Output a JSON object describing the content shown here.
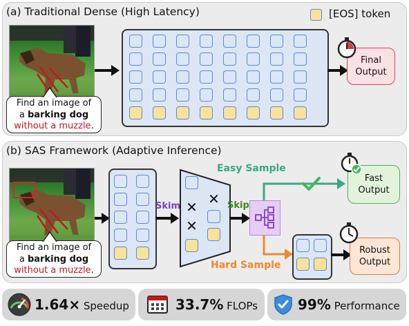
{
  "panel_a": {
    "title": "(a) Traditional Dense (High Latency)",
    "legend_label": "[EOS] token",
    "caption_line1": "Find an image of",
    "caption_line2_pre": "a ",
    "caption_line2_bold": "barking dog",
    "caption_line3": "without a muzzle",
    "caption_line3_end": ".",
    "output_label_1": "Final",
    "output_label_2": "Output"
  },
  "panel_b": {
    "title": "(b) SAS Framework (Adaptive Inference)",
    "caption_line1": "Find an image of",
    "caption_line2_pre": "a ",
    "caption_line2_bold": "barking dog",
    "caption_line3": "without a muzzle",
    "caption_line3_end": ".",
    "skim_label": "Skim",
    "skip_label": "Skip",
    "easy_label": "Easy Sample",
    "hard_label": "Hard Sample",
    "fast_label_1": "Fast",
    "fast_label_2": "Output",
    "robust_label_1": "Robust",
    "robust_label_2": "Output"
  },
  "stats": {
    "speedup_value": "1.64×",
    "speedup_label": " Speedup",
    "flops_value": "33.7%",
    "flops_label": " FLOPs",
    "perf_value": "99%",
    "perf_label": " Performance"
  },
  "colors": {
    "easy": "#3aa886",
    "hard": "#ef8a2a",
    "skim": "#7b3fc3",
    "skip": "#3d8a1a",
    "muzzle_red": "#c8161d",
    "final_output_bg": "#fbe0e4",
    "fast_output_bg": "#e2f3dc",
    "robust_output_bg": "#fde6d6"
  },
  "icons": [
    "stopwatch-icon",
    "check-icon",
    "router-icon",
    "speedometer-icon",
    "chip-icon",
    "shield-check-icon"
  ]
}
